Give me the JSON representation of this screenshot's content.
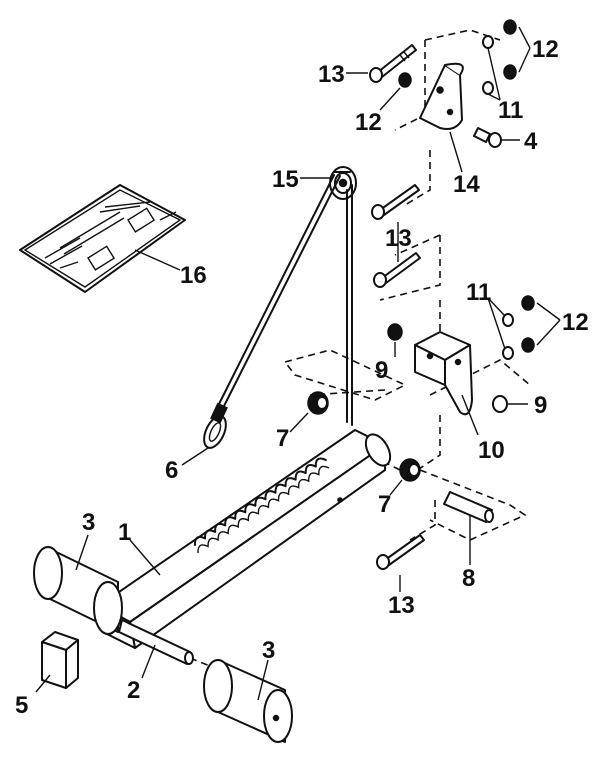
{
  "diagram": {
    "labels": {
      "l1": "1",
      "l2": "2",
      "l3a": "3",
      "l3b": "3",
      "l4": "4",
      "l5": "5",
      "l6": "6",
      "l7a": "7",
      "l7b": "7",
      "l8": "8",
      "l9a": "9",
      "l9b": "9",
      "l10": "10",
      "l11a": "11",
      "l11b": "11",
      "l12a": "12",
      "l12b": "12",
      "l12c": "12",
      "l13a": "13",
      "l13b": "13",
      "l13c": "13",
      "l14": "14",
      "l15": "15",
      "l16": "16"
    },
    "colors": {
      "ink": "#111111",
      "paper": "#ffffff"
    }
  }
}
